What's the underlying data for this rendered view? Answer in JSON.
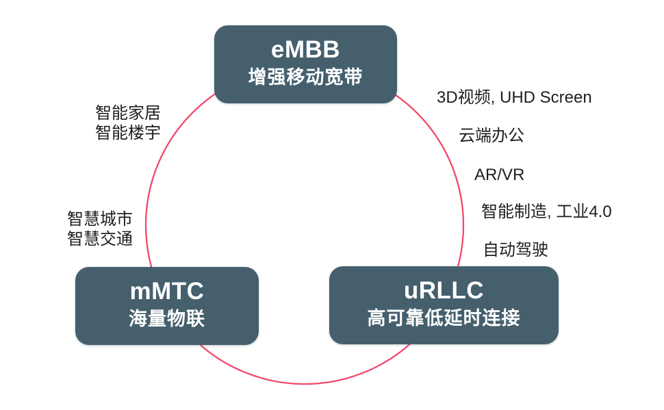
{
  "diagram_type": "cycle-diagram",
  "colors": {
    "background": "#FFFFFF",
    "node_fill": "#455F6D",
    "node_text": "#FFFFFF",
    "circle_stroke": "#F2486B",
    "annotation_text": "#1E1E1E"
  },
  "nodes": [
    {
      "id": "embb",
      "label": "eMBB",
      "sublabel": "增强移动宽带"
    },
    {
      "id": "mmtc",
      "label": "mMTC",
      "sublabel": "海量物联"
    },
    {
      "id": "urllc",
      "label": "uRLLC",
      "sublabel": "高可靠低延时连接"
    }
  ],
  "annotations": {
    "left": [
      {
        "line1": "智能家居",
        "line2": "智能楼宇"
      },
      {
        "line1": "智慧城市",
        "line2": "智慧交通"
      }
    ],
    "right": [
      {
        "text": "3D视频, UHD Screen"
      },
      {
        "text": "云端办公"
      },
      {
        "text": "AR/VR"
      },
      {
        "text": "智能制造, 工业4.0"
      },
      {
        "text": "自动驾驶"
      }
    ]
  }
}
